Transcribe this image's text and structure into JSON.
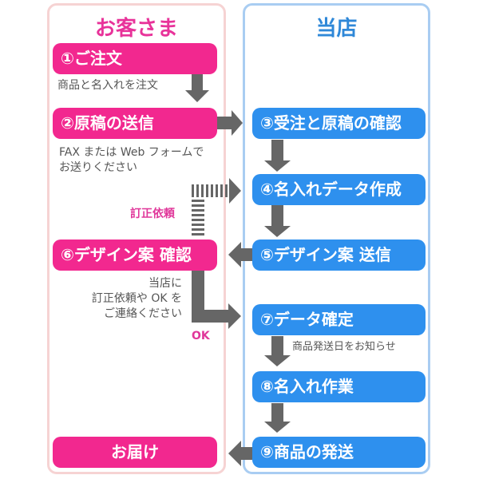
{
  "columns": {
    "customer": {
      "title": "お客さま",
      "color": "#e8339a"
    },
    "shop": {
      "title": "当店",
      "color": "#2f88d8"
    }
  },
  "steps": {
    "s1": "①ご注文",
    "s2": "②原稿の送信",
    "s3": "③受注と原稿の確認",
    "s4": "④名入れデータ作成",
    "s5": "⑤デザイン案 送信",
    "s6": "⑥デザイン案 確認",
    "s7": "⑦データ確定",
    "s8": "⑧名入れ作業",
    "s9": "⑨商品の発送",
    "delivery": "お届け"
  },
  "notes": {
    "order": "商品と名入れを注文",
    "send_line1": "FAX または Web フォームで",
    "send_line2": "お送りください",
    "confirm_line1": "当店に",
    "confirm_line2": "訂正依頼や OK を",
    "confirm_line3": "ご連絡ください",
    "ship_date": "商品発送日をお知らせ"
  },
  "labels": {
    "revision": "訂正依頼",
    "ok": "OK"
  },
  "colors": {
    "pink": "#f2288f",
    "blue": "#2e90ee",
    "arrow": "#666666"
  }
}
